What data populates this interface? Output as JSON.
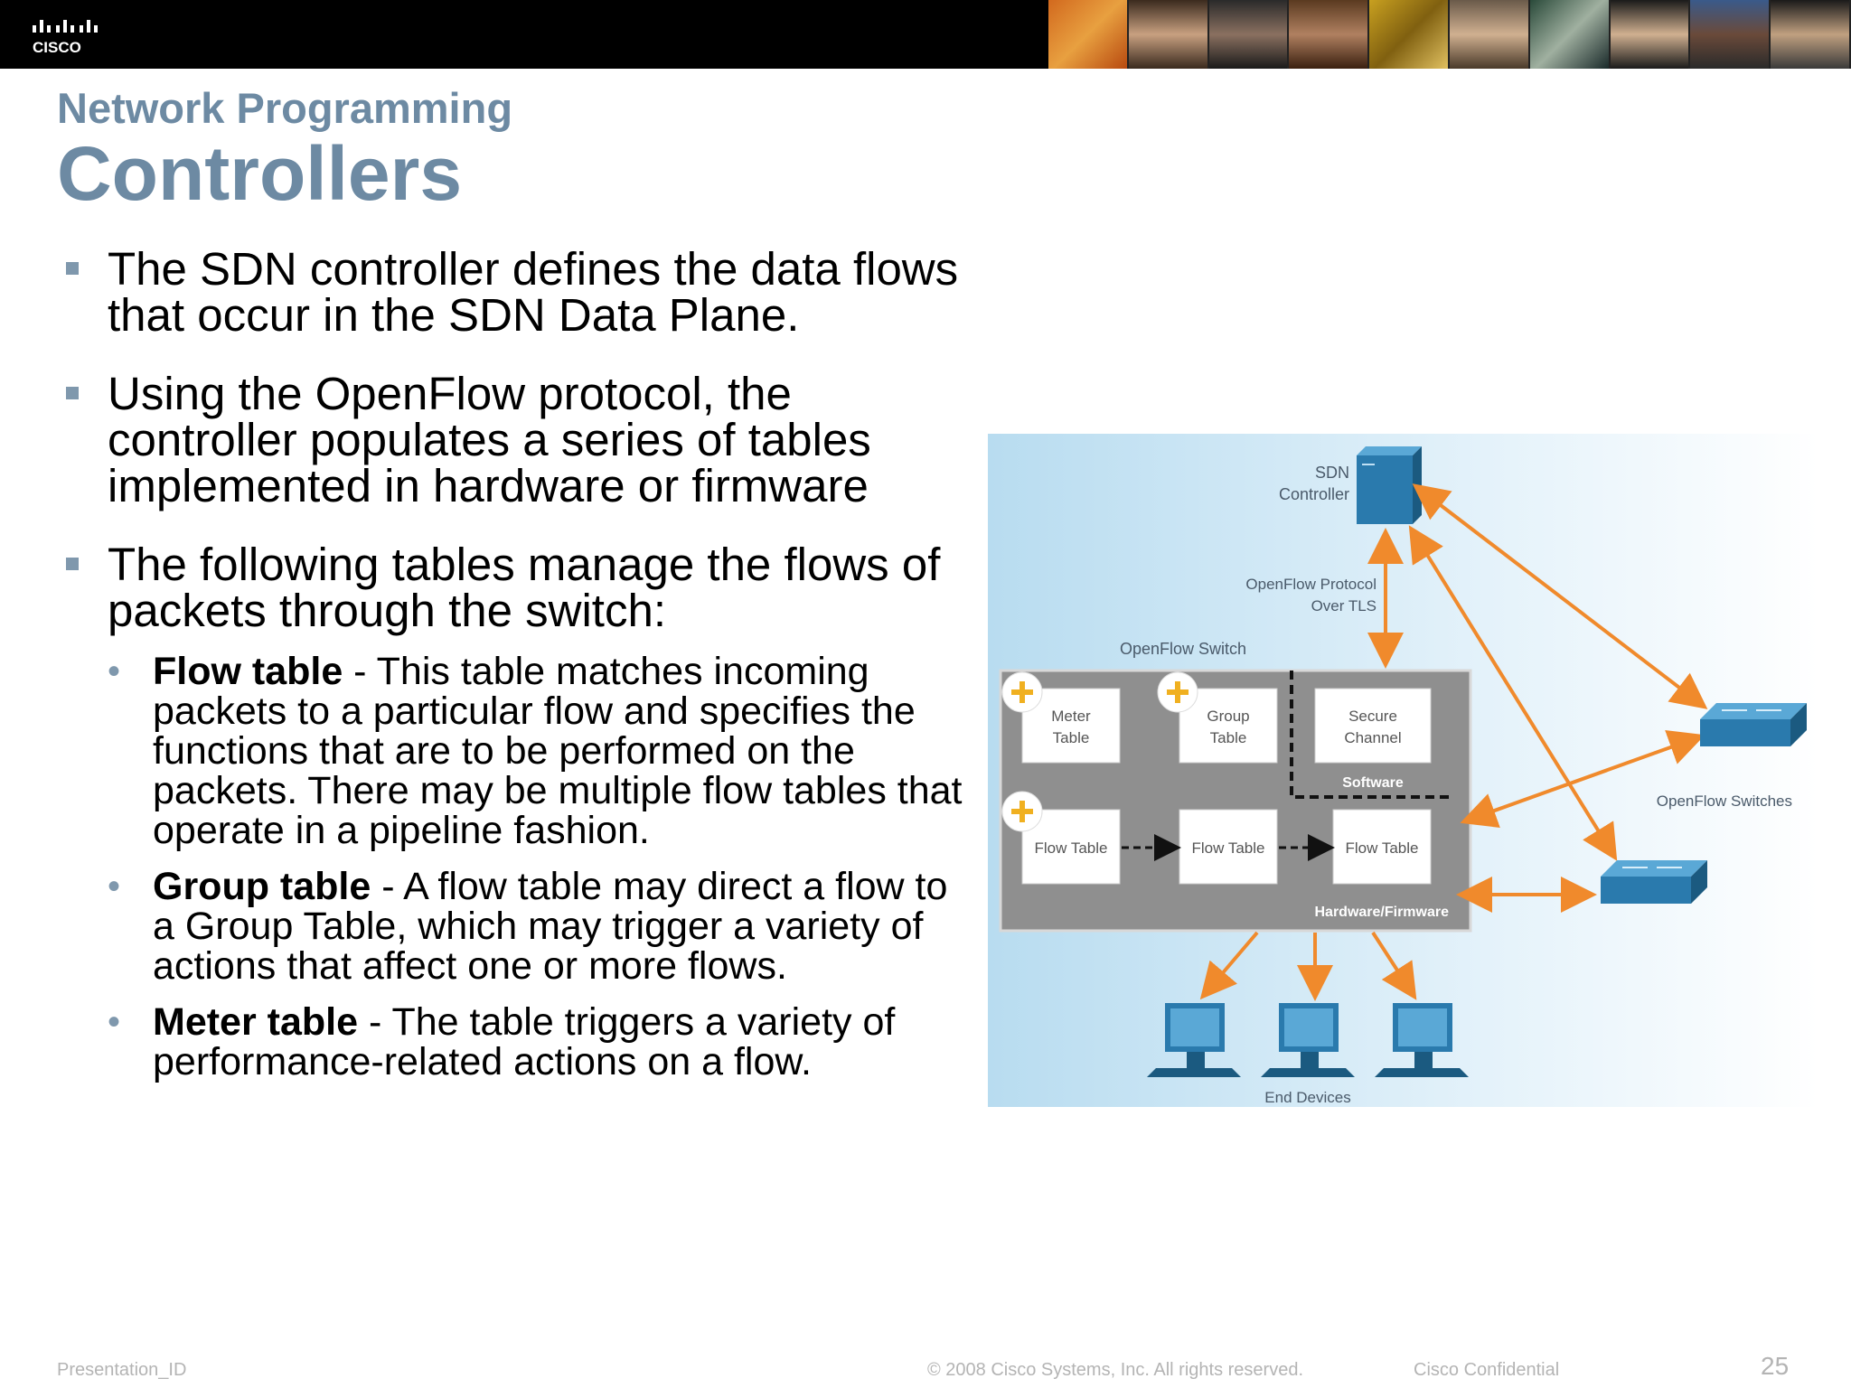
{
  "header": {
    "logo_text": "CISCO"
  },
  "slide": {
    "subtitle": "Network Programming",
    "title": "Controllers"
  },
  "bullets": [
    "The SDN controller defines the data flows that occur in the SDN Data Plane.",
    "Using the OpenFlow protocol, the controller populates a series of tables implemented in hardware or firmware",
    "The following tables manage the flows of packets through the switch:"
  ],
  "sub_bullets": [
    {
      "term": "Flow table",
      "text": " - This table matches incoming packets to a particular flow and specifies the functions that are to be performed on the packets. There may be multiple flow tables that operate in a pipeline fashion."
    },
    {
      "term": "Group table",
      "text": " - A flow table may direct a flow to a Group Table, which may trigger a variety of actions that affect one or more flows."
    },
    {
      "term": "Meter table",
      "text": " - The table triggers a variety of performance-related actions on a flow."
    }
  ],
  "diagram": {
    "sdn_controller_1": "SDN",
    "sdn_controller_2": "Controller",
    "protocol_1": "OpenFlow Protocol",
    "protocol_2": "Over TLS",
    "switch_label": "OpenFlow Switch",
    "meter_1": "Meter",
    "meter_2": "Table",
    "group_1": "Group",
    "group_2": "Table",
    "secure_1": "Secure",
    "secure_2": "Channel",
    "software": "Software",
    "flow_table": "Flow Table",
    "hardware": "Hardware/Firmware",
    "openflow_switches": "OpenFlow Switches",
    "end_devices": "End Devices"
  },
  "footer": {
    "presentation_id": "Presentation_ID",
    "copyright": "© 2008 Cisco Systems, Inc. All rights reserved.",
    "confidential": "Cisco Confidential",
    "page": "25"
  },
  "colors": {
    "title": "#6d8aa3",
    "accent_orange": "#f08a2c",
    "device_blue": "#2a7aad"
  }
}
